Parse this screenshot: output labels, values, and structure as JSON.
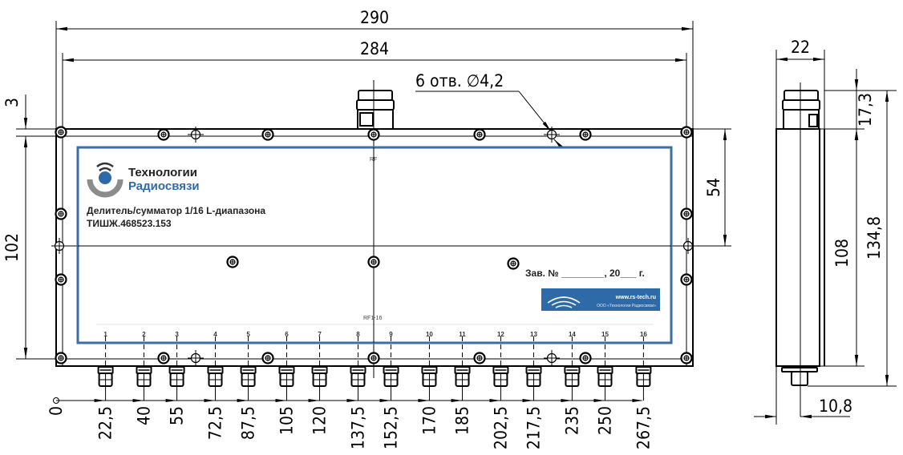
{
  "title": "Делитель/сумматор 1/16 L-диапазона — габаритный чертёж",
  "colors": {
    "line": "#000000",
    "label_border": "#3b6ea5",
    "brand_blue": "#2f6aa8",
    "brand_gray": "#8c8c8c",
    "brand_dark": "#333333"
  },
  "front_view": {
    "dimensions": {
      "overall_width": "290",
      "hole_spacing_width": "284",
      "holes_note": "6 отв. ∅4,2",
      "top_offset": "3",
      "hole_spacing_height": "102",
      "center_offset": "54"
    },
    "label": {
      "brand_line1": "Технологии",
      "brand_line2": "Радиосвязи",
      "product_name": "Делитель/сумматор 1/16 L-диапазона",
      "part_number": "ТИШЖ.468523.153",
      "serial_line": "Зав. № ________, 20___ г.",
      "website": "www.rs-tech.ru",
      "company": "ООО «Технологии Радиосвязи»",
      "rf_in": "RF",
      "rf_out": "RF1-16"
    },
    "port_numbers": [
      "1",
      "2",
      "3",
      "4",
      "5",
      "6",
      "7",
      "8",
      "9",
      "10",
      "11",
      "12",
      "13",
      "14",
      "15",
      "16"
    ],
    "port_positions": [
      "0",
      "22,5",
      "40",
      "55",
      "72,5",
      "87,5",
      "105",
      "120",
      "137,5",
      "152,5",
      "170",
      "185",
      "202,5",
      "217,5",
      "235",
      "250",
      "267,5"
    ]
  },
  "side_view": {
    "dimensions": {
      "width": "22",
      "connector_height": "17,3",
      "body_height": "108",
      "overall_height": "134,8",
      "connector_offset": "10,8"
    }
  }
}
